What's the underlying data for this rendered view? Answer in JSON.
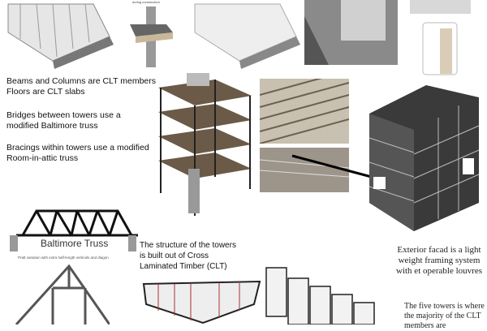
{
  "top_labels": {
    "construction_caption": "during construction"
  },
  "notes": {
    "beams": "Beams and Columns are CLT members",
    "floors": "Floors are CLT slabs",
    "bridges": "Bridges between towers use a modified Baltimore truss",
    "bracings": "Bracings within towers use a modified Room-in-attic truss"
  },
  "truss": {
    "title": "Baltimore Truss",
    "caption": "Pratt variation with extra half-length verticals and diagon"
  },
  "structure_text": "The structure of the towers is built out of Cross Laminated Timber (CLT)",
  "facade_text": "Exterior facad is a light weight framing system with et operable louvres",
  "towers_text": "The five towers is where the majority of the CLT members are"
}
